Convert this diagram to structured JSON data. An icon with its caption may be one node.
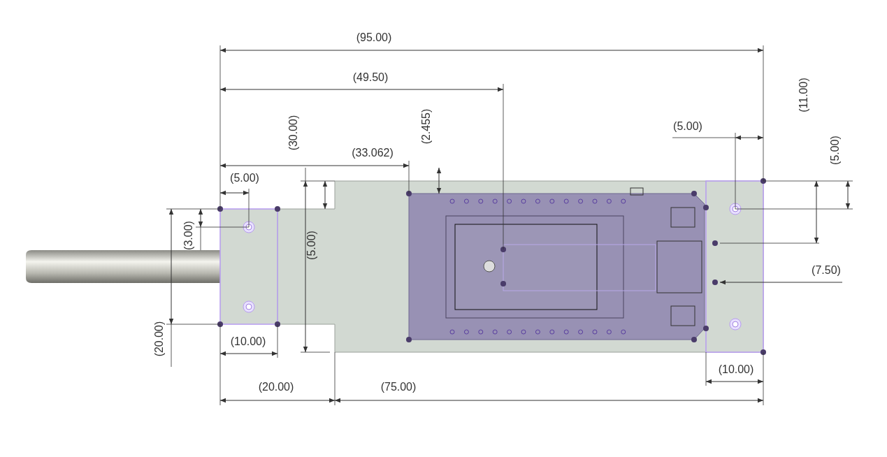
{
  "diagram": {
    "labels": [
      "(95.00)",
      "(49.50)",
      "(11.00)",
      "(5.00)",
      "(2.455)",
      "(30.00)",
      "(5.00)",
      "(33.062)",
      "(5.00)",
      "(3.00)",
      "(5.00)",
      "(7.50)",
      "(20.00)",
      "(10.00)",
      "(10.00)",
      "(20.00)",
      "(75.00)"
    ]
  }
}
